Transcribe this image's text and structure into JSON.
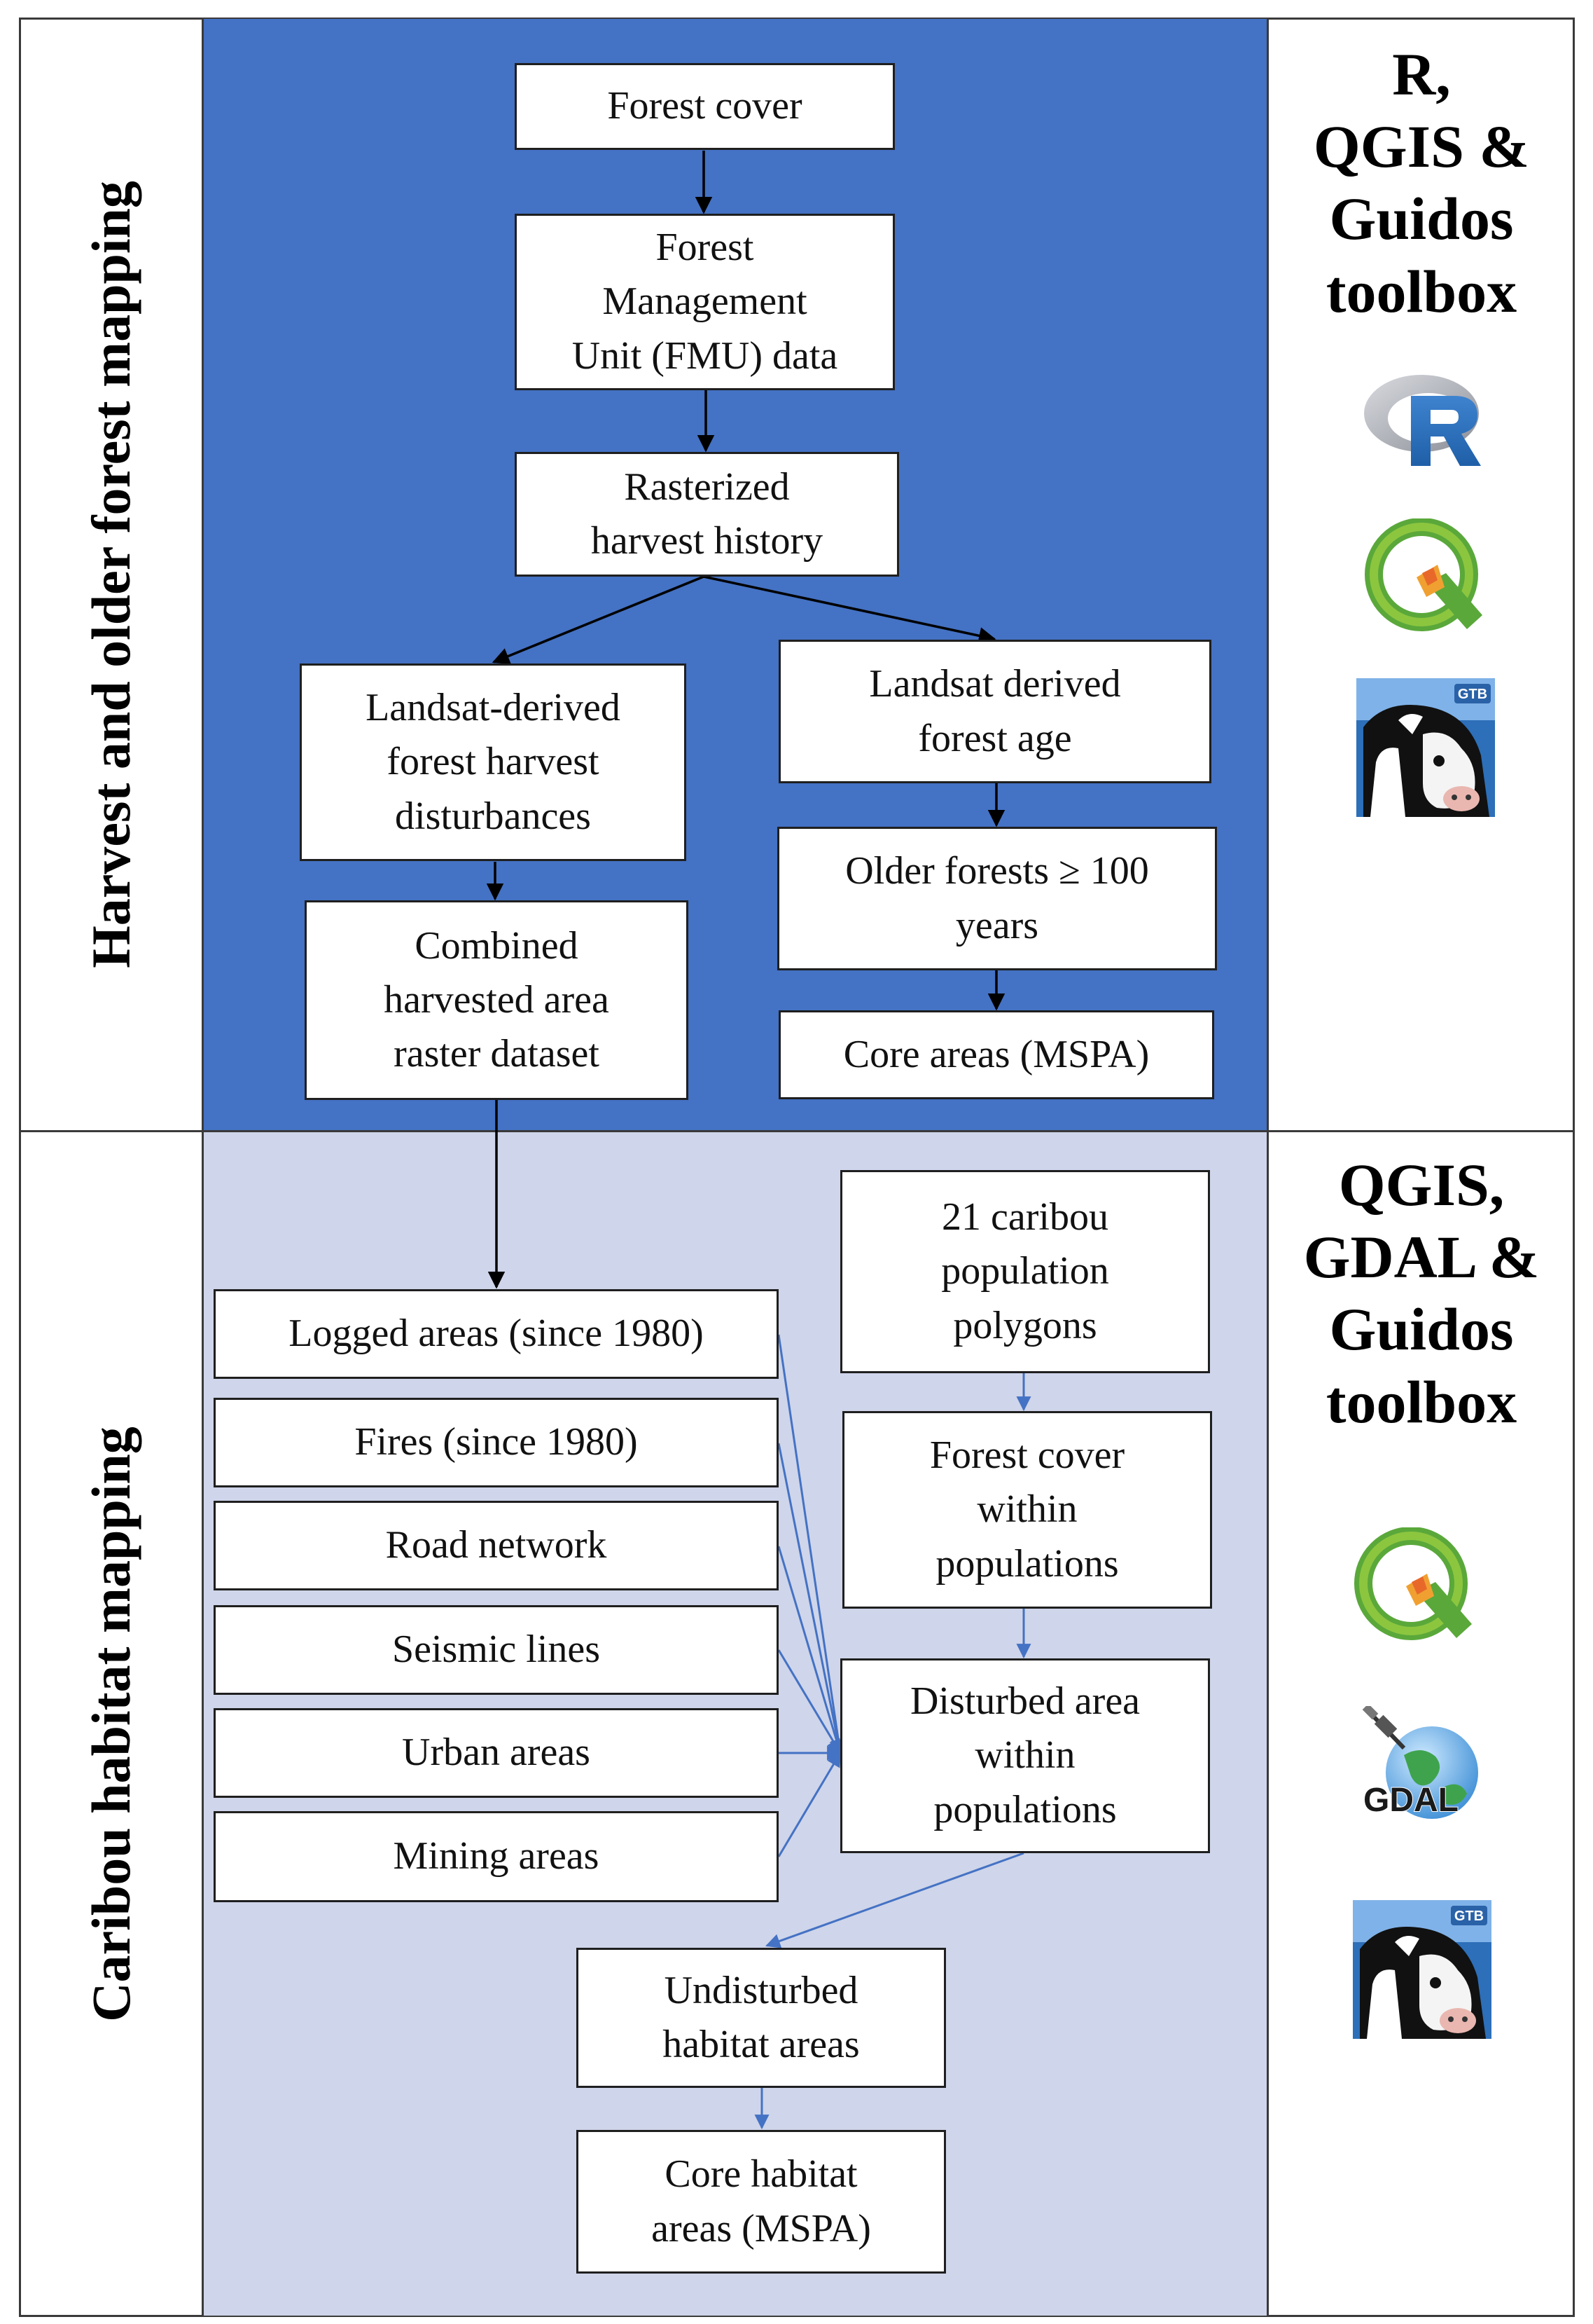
{
  "sections": {
    "top_label": "Harvest and older forest mapping",
    "bottom_label": "Caribou habitat mapping"
  },
  "tools": {
    "top": "R,\nQGIS &\nGuidos\ntoolbox",
    "bottom": "QGIS,\nGDAL &\nGuidos\ntoolbox"
  },
  "nodes": {
    "forest_cover": "Forest cover",
    "fmu_data": "Forest\nManagement\nUnit (FMU) data",
    "rasterized_harvest": "Rasterized\nharvest history",
    "landsat_disturbances": "Landsat-derived\nforest harvest\ndisturbances",
    "landsat_age": "Landsat derived\nforest age",
    "older_forests": "Older forests ≥ 100\nyears",
    "core_areas": "Core areas (MSPA)",
    "combined_harvest": "Combined\nharvested area\nraster dataset",
    "logged_areas": "Logged areas (since 1980)",
    "fires": "Fires (since 1980)",
    "road_network": "Road network",
    "seismic_lines": "Seismic  lines",
    "urban_areas": "Urban areas",
    "mining_areas": "Mining  areas",
    "caribou_polygons": "21 caribou\npopulation\npolygons",
    "forest_cover_within": "Forest cover\nwithin\npopulations",
    "disturbed_area": "Disturbed area\nwithin\npopulations",
    "undisturbed_habitat": "Undisturbed\nhabitat areas",
    "core_habitat": "Core habitat\nareas (MSPA)"
  },
  "logos": {
    "r_top": "r-logo-icon",
    "qgis_top": "qgis-logo-icon",
    "gtb_top": "guidos-toolbox-cow-icon",
    "qgis_bottom": "qgis-logo-icon",
    "gdal_bottom": "gdal-logo-icon",
    "gtb_bottom": "guidos-toolbox-cow-icon",
    "gtb_badge": "GTB",
    "gdal_text": "GDAL"
  },
  "colors": {
    "top_panel": "#4472c4",
    "bottom_panel": "#cfd5ea",
    "black_arrow": "#000000",
    "blue_arrow": "#4472c4"
  }
}
